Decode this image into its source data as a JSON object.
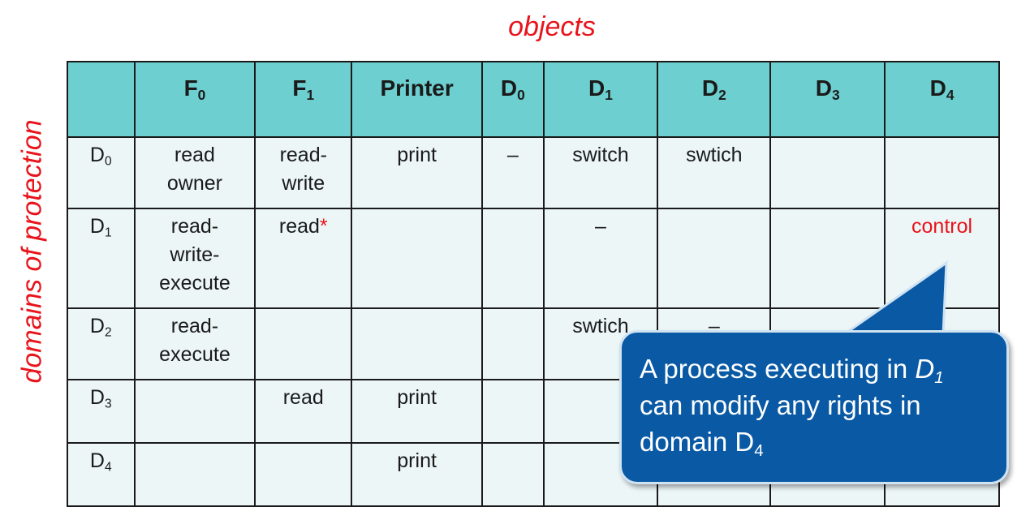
{
  "axis_labels": {
    "objects": "objects",
    "domains": "domains of protection"
  },
  "columns": [
    {
      "base": "",
      "sub": ""
    },
    {
      "base": "F",
      "sub": "0"
    },
    {
      "base": "F",
      "sub": "1"
    },
    {
      "base": "Printer",
      "sub": ""
    },
    {
      "base": "D",
      "sub": "0"
    },
    {
      "base": "D",
      "sub": "1"
    },
    {
      "base": "D",
      "sub": "2"
    },
    {
      "base": "D",
      "sub": "3"
    },
    {
      "base": "D",
      "sub": "4"
    }
  ],
  "rows": [
    {
      "domain": {
        "base": "D",
        "sub": "0"
      },
      "cells": [
        "read\nowner",
        "read-\nwrite",
        "print",
        "–",
        "switch",
        "swtich",
        "",
        ""
      ]
    },
    {
      "domain": {
        "base": "D",
        "sub": "1"
      },
      "cells": [
        "read-\nwrite-\nexecute",
        "read*",
        "",
        "",
        "–",
        "",
        "",
        "control"
      ]
    },
    {
      "domain": {
        "base": "D",
        "sub": "2"
      },
      "cells": [
        "read-\nexecute",
        "",
        "",
        "",
        "swtich",
        "–",
        "",
        ""
      ]
    },
    {
      "domain": {
        "base": "D",
        "sub": "3"
      },
      "cells": [
        "",
        "read",
        "print",
        "",
        "",
        "",
        "",
        ""
      ]
    },
    {
      "domain": {
        "base": "D",
        "sub": "4"
      },
      "cells": [
        "",
        "",
        "print",
        "",
        "",
        "",
        "",
        ""
      ]
    }
  ],
  "callout": {
    "line1_prefix": "A process executing in ",
    "line1_var": "D",
    "line1_var_sub": "1",
    "line2": "can modify any rights in",
    "line3_prefix": "domain D",
    "line3_sub": "4"
  },
  "colors": {
    "accent_red": "#e8141b",
    "header_fill": "#6dcfd0",
    "cell_fill": "#ecf6f7",
    "callout_fill": "#0959a4"
  }
}
